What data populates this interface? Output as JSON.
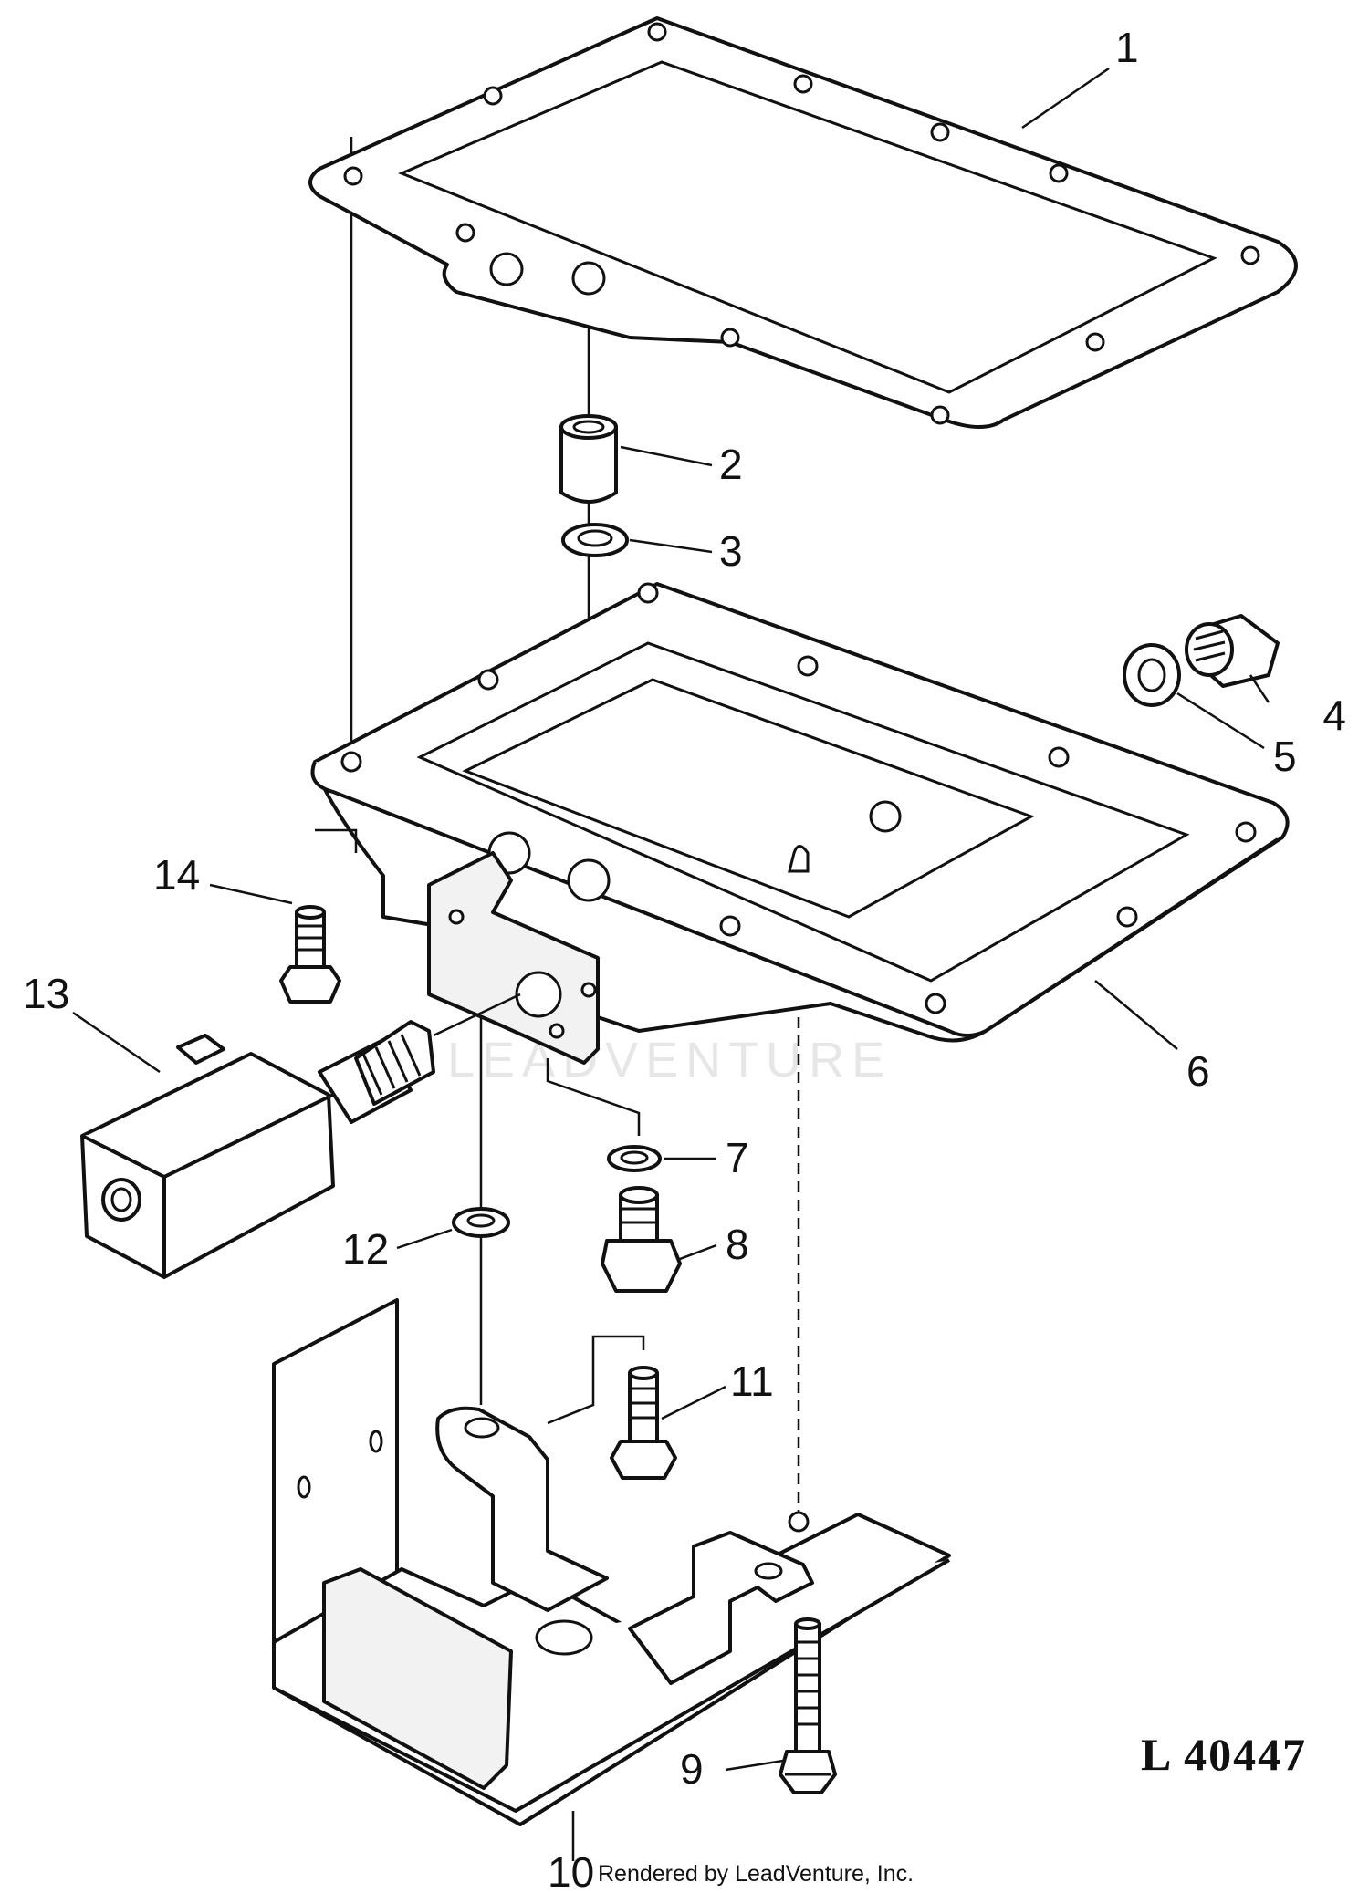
{
  "callouts": {
    "c1": "1",
    "c2": "2",
    "c3": "3",
    "c4": "4",
    "c5": "5",
    "c6": "6",
    "c7": "7",
    "c8": "8",
    "c9": "9",
    "c10": "10",
    "c11": "11",
    "c12": "12",
    "c13": "13",
    "c14": "14"
  },
  "figure_id": "L  40447",
  "credit": "Rendered by LeadVenture, Inc.",
  "watermark": "LEADVENTURE"
}
